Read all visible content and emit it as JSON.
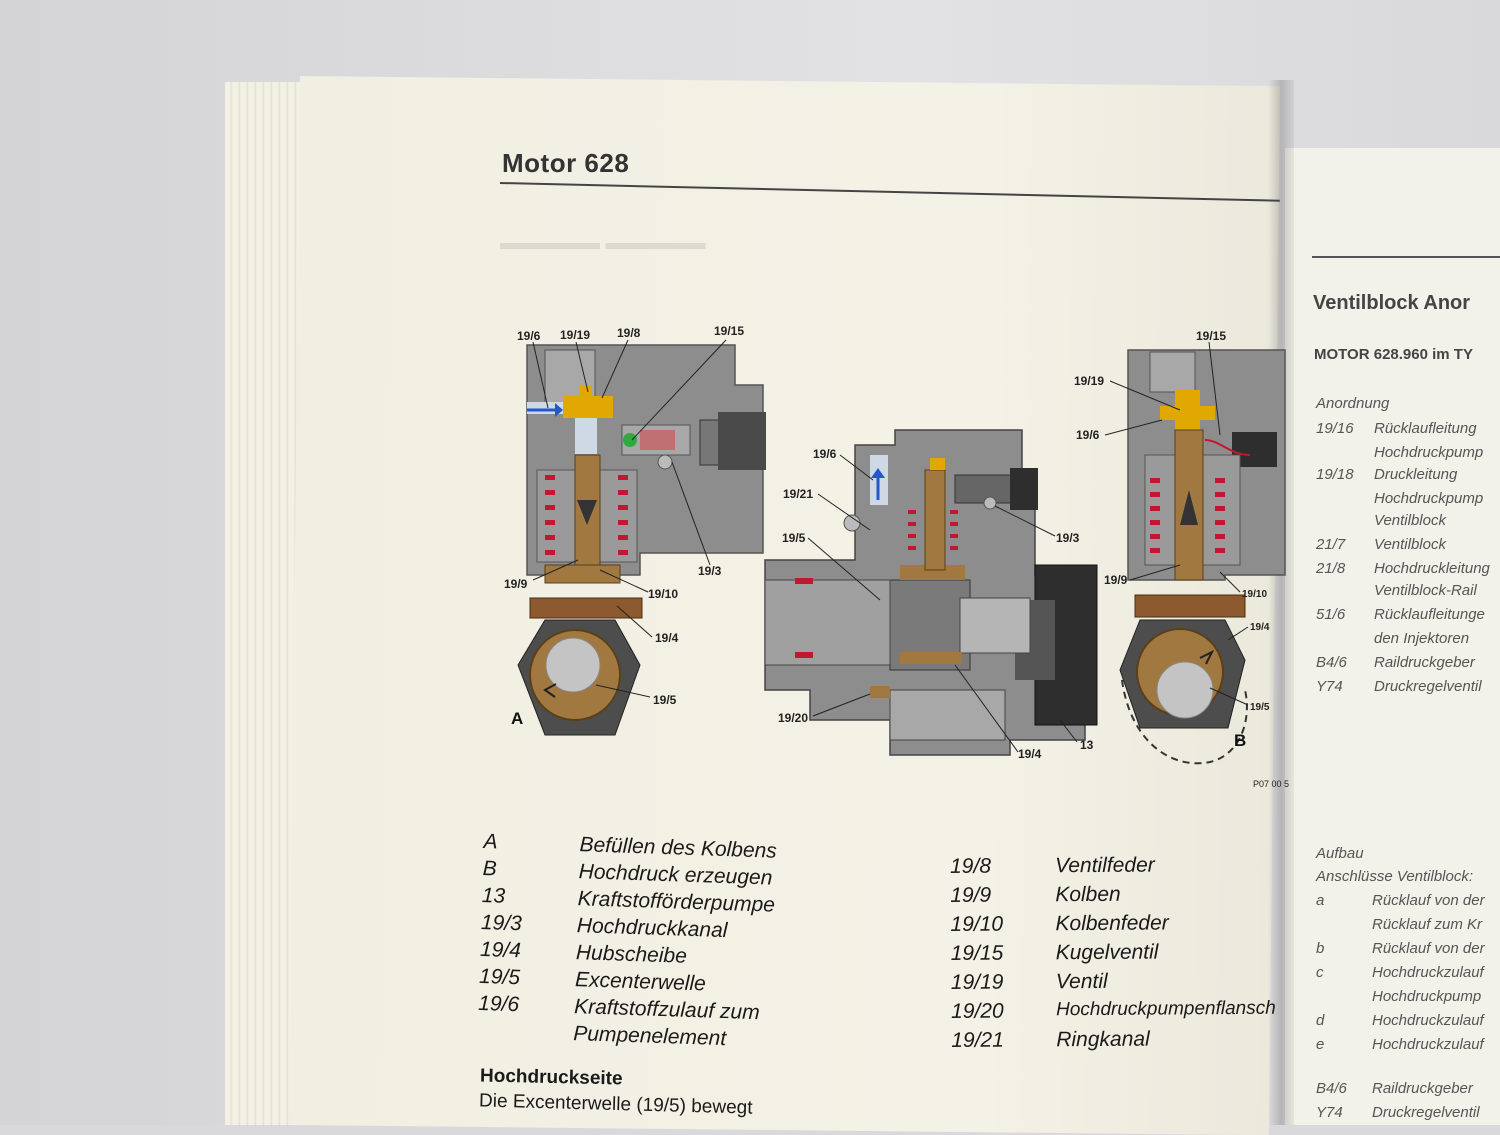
{
  "header": {
    "title": "Motor 628"
  },
  "figure": {
    "callouts": [
      "19/6",
      "19/19",
      "19/8",
      "19/15",
      "19/3",
      "19/9",
      "19/10",
      "19/4",
      "19/5",
      "19/6",
      "19/21",
      "19/5",
      "19/20",
      "19/4",
      "13",
      "19/3",
      "19/15",
      "19/19",
      "19/6",
      "19/9",
      "19/10",
      "19/4",
      "19/5"
    ],
    "labels": {
      "a": "A",
      "b": "B"
    },
    "code": "P07 00 5"
  },
  "legend_left": [
    {
      "code": "A",
      "desc": "Befüllen des Kolbens"
    },
    {
      "code": "B",
      "desc": "Hochdruck erzeugen"
    },
    {
      "code": "13",
      "desc": "Kraftstofförderpumpe"
    },
    {
      "code": "19/3",
      "desc": "Hochdruckkanal"
    },
    {
      "code": "19/4",
      "desc": "Hubscheibe"
    },
    {
      "code": "19/5",
      "desc": "Excenterwelle"
    },
    {
      "code": "19/6",
      "desc": "Kraftstoffzulauf zum"
    },
    {
      "code": "",
      "desc": "Pumpenelement"
    }
  ],
  "legend_right": [
    {
      "code": "19/8",
      "desc": "Ventilfeder"
    },
    {
      "code": "19/9",
      "desc": "Kolben"
    },
    {
      "code": "19/10",
      "desc": "Kolbenfeder"
    },
    {
      "code": "19/15",
      "desc": "Kugelventil"
    },
    {
      "code": "19/19",
      "desc": "Ventil"
    },
    {
      "code": "19/20",
      "desc": "Hochdruckpumpenflansch"
    },
    {
      "code": "19/21",
      "desc": "Ringkanal"
    }
  ],
  "section": {
    "heading": "Hochdruckseite",
    "text": "Die Excenterwelle (19/5) bewegt"
  },
  "right_page": {
    "title": "Ventilblock Anor",
    "subtitle": "MOTOR 628.960 im TY",
    "heading1": "Anordnung",
    "items1": [
      {
        "code": "19/16",
        "desc": "Rücklaufleitung"
      },
      {
        "code": "",
        "desc": "Hochdruckpump"
      },
      {
        "code": "19/18",
        "desc": "Druckleitung"
      },
      {
        "code": "",
        "desc": "Hochdruckpump"
      },
      {
        "code": "",
        "desc": "Ventilblock"
      },
      {
        "code": "21/7",
        "desc": "Ventilblock"
      },
      {
        "code": "21/8",
        "desc": "Hochdruckleitung"
      },
      {
        "code": "",
        "desc": "Ventilblock-Rail"
      },
      {
        "code": "51/6",
        "desc": "Rücklaufleitunge"
      },
      {
        "code": "",
        "desc": "den Injektoren"
      },
      {
        "code": "B4/6",
        "desc": "Raildruckgeber"
      },
      {
        "code": "Y74",
        "desc": "Druckregelventil"
      }
    ],
    "heading2": "Aufbau",
    "heading3": "Anschlüsse Ventilblock:",
    "items2": [
      {
        "code": "a",
        "desc": "Rücklauf von der"
      },
      {
        "code": "",
        "desc": "Rücklauf zum Kr"
      },
      {
        "code": "b",
        "desc": "Rücklauf von der"
      },
      {
        "code": "c",
        "desc": "Hochdruckzulauf"
      },
      {
        "code": "",
        "desc": "Hochdruckpump"
      },
      {
        "code": "d",
        "desc": "Hochdruckzulauf"
      },
      {
        "code": "e",
        "desc": "Hochdruckzulauf"
      },
      {
        "code": "B4/6",
        "desc": "Raildruckgeber"
      },
      {
        "code": "Y74",
        "desc": "Druckregelventil"
      }
    ]
  }
}
